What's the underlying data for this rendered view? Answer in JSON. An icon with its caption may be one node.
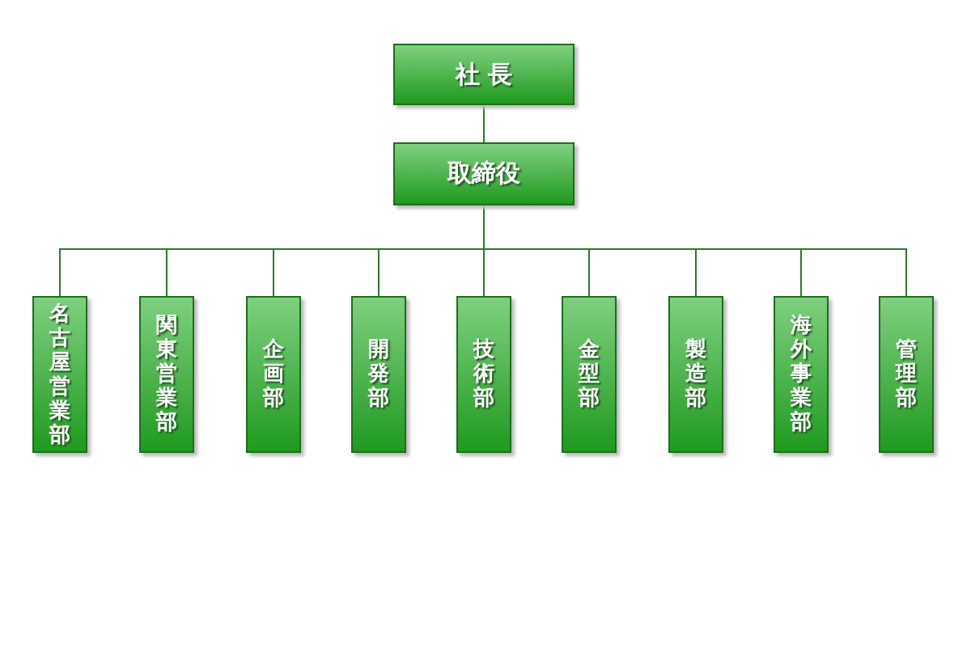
{
  "diagram": {
    "nodes": [
      {
        "text": [
          "社 長"
        ]
      },
      {
        "text": [
          "取締役"
        ]
      },
      {
        "text": [
          "名古屋営業部"
        ]
      },
      {
        "text": [
          "関東営業部"
        ]
      },
      {
        "text": [
          "企画部"
        ]
      },
      {
        "text": [
          "開発部"
        ]
      },
      {
        "text": [
          "技術部"
        ]
      },
      {
        "text": [
          "金型部"
        ]
      },
      {
        "text": [
          "製造部"
        ]
      },
      {
        "text": [
          "海外事業部"
        ]
      },
      {
        "text": [
          "管理部"
        ]
      }
    ],
    "edges": [
      {
        "from": 0,
        "to": 1,
        "arrow": "none"
      },
      {
        "from": 1,
        "to": 2,
        "arrow": "none"
      },
      {
        "from": 1,
        "to": 3,
        "arrow": "none"
      },
      {
        "from": 1,
        "to": 4,
        "arrow": "none"
      },
      {
        "from": 1,
        "to": 5,
        "arrow": "none"
      },
      {
        "from": 1,
        "to": 6,
        "arrow": "none"
      },
      {
        "from": 1,
        "to": 7,
        "arrow": "none"
      },
      {
        "from": 1,
        "to": 8,
        "arrow": "none"
      },
      {
        "from": 1,
        "to": 9,
        "arrow": "none"
      },
      {
        "from": 1,
        "to": 10,
        "arrow": "none"
      }
    ]
  }
}
